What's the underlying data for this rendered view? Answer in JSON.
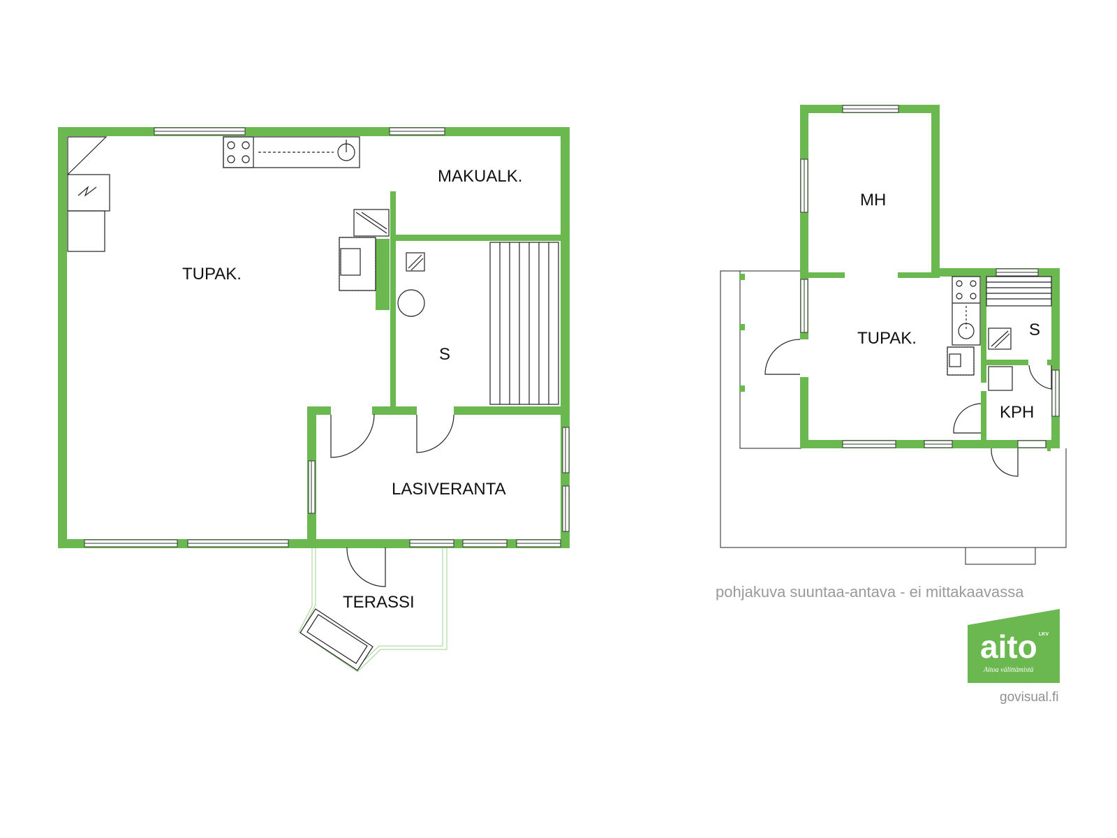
{
  "colors": {
    "wall": "#6ab84f",
    "line": "#222222",
    "caption": "#9a9a9a",
    "logo_bg": "#6ab84f"
  },
  "plan_left": {
    "rooms": {
      "tupak": "TUPAK.",
      "makualk": "MAKUALK.",
      "sauna": "S",
      "lasiveranta": "LASIVERANTA",
      "terassi": "TERASSI"
    }
  },
  "plan_right": {
    "rooms": {
      "mh": "MH",
      "tupak": "TUPAK.",
      "sauna": "S",
      "kph": "KPH"
    }
  },
  "caption": "pohjakuva suuntaa-antava - ei mittakaavassa",
  "logo": {
    "name": "aito",
    "badge": "LKV",
    "tagline": "Aitoa välittämistä"
  },
  "credit": "govisual.fi"
}
